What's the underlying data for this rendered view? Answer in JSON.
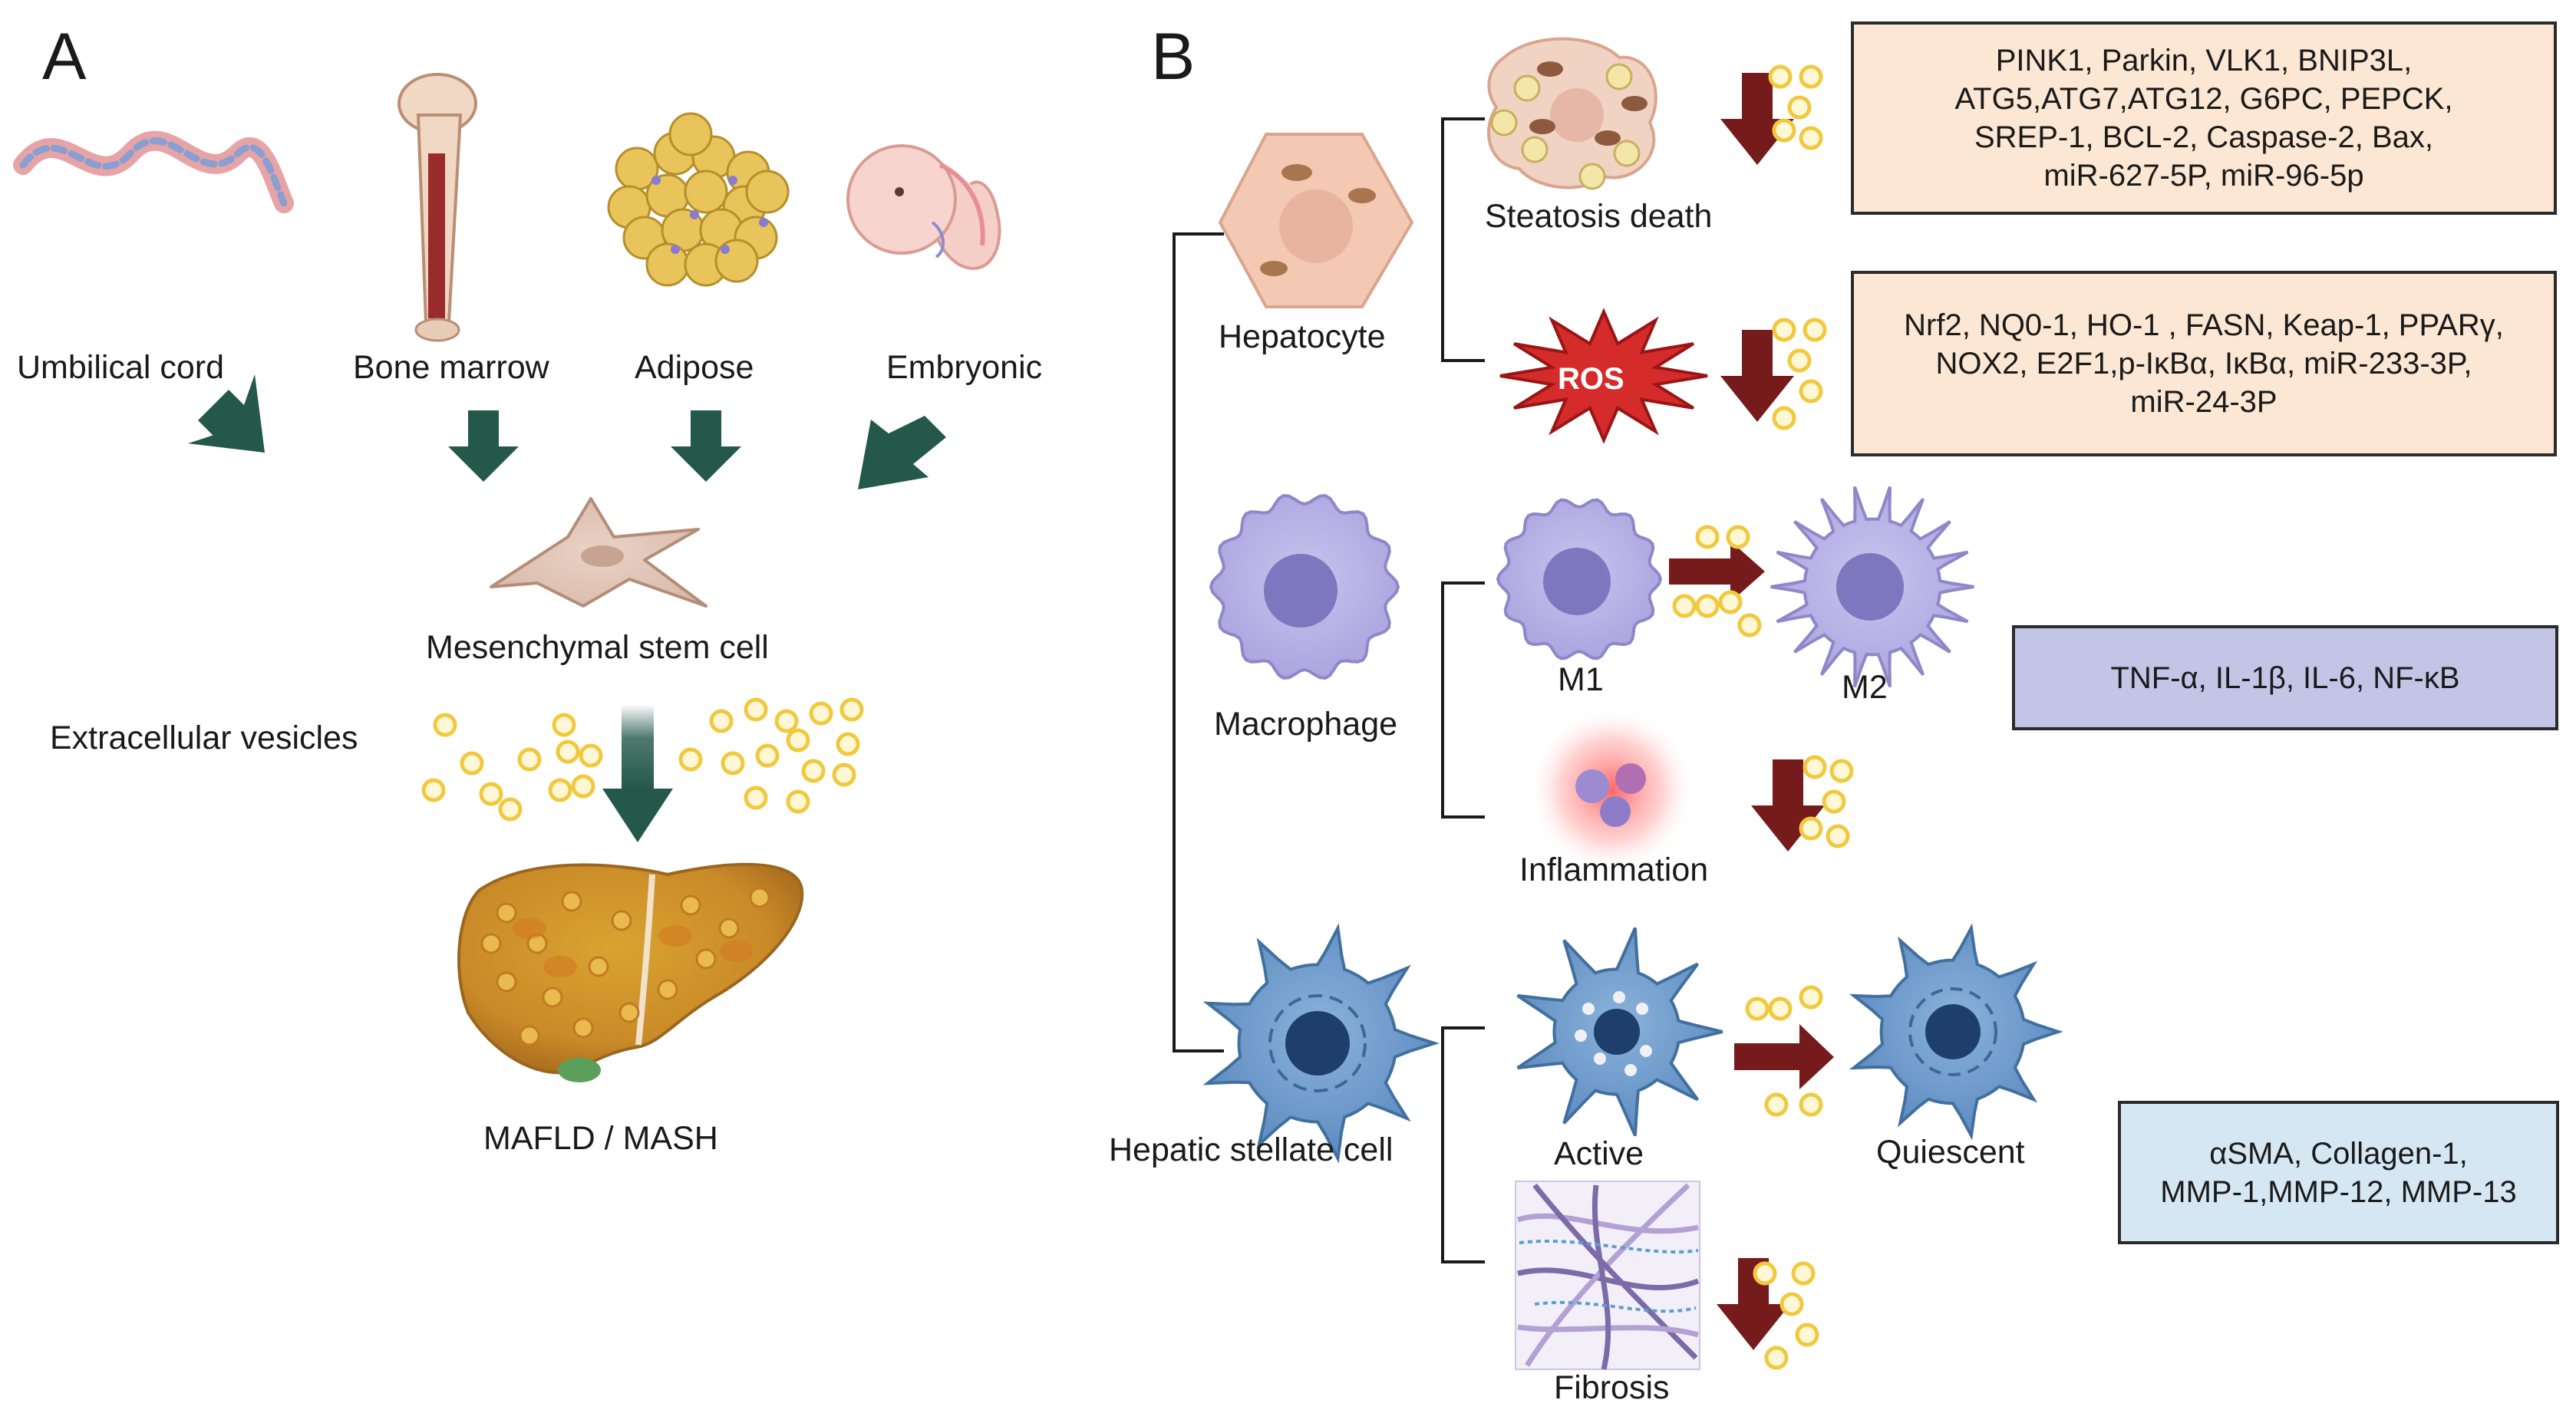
{
  "panel_a": {
    "label": "A",
    "sources": [
      "Umbilical cord",
      "Bone marrow",
      "Adipose",
      "Embryonic"
    ],
    "msc_label": "Mesenchymal stem cell",
    "ev_label": "Extracellular vesicles",
    "disease_label": "MAFLD / MASH"
  },
  "panel_b": {
    "label": "B",
    "hepatocyte": {
      "cell_label": "Hepatocyte",
      "effect1_label": "Steatosis death",
      "effect2_label": "ROS",
      "box1_lines": [
        "PINK1, Parkin, VLK1, BNIP3L,",
        "ATG5,ATG7,ATG12, G6PC, PEPCK,",
        "SREP-1, BCL-2, Caspase-2, Bax,",
        "miR-627-5P, miR-96-5p"
      ],
      "box2_lines": [
        "Nrf2, NQ0-1, HO-1 , FASN, Keap-1, PPARγ,",
        "NOX2, E2F1,p-IκBα,  IκBα, miR-233-3P,",
        "miR-24-3P"
      ]
    },
    "macrophage": {
      "cell_label": "Macrophage",
      "m1_label": "M1",
      "m2_label": "M2",
      "inflammation_label": "Inflammation",
      "box_lines": [
        "TNF-α, IL-1β, IL-6, NF-κB"
      ]
    },
    "stellate": {
      "cell_label": "Hepatic stellate cell",
      "active_label": "Active",
      "quiescent_label": "Quiescent",
      "fibrosis_label": "Fibrosis",
      "box_lines": [
        "αSMA, Collagen-1,",
        "MMP-1,MMP-12, MMP-13"
      ]
    }
  },
  "colors": {
    "teal_arrow": "#24584b",
    "red_arrow": "#761b1b",
    "box_beige": "#fbe7d3",
    "box_lavender": "#c3c5e6",
    "box_lightblue": "#d6e7f4",
    "vesicle": "#f1c93e"
  }
}
